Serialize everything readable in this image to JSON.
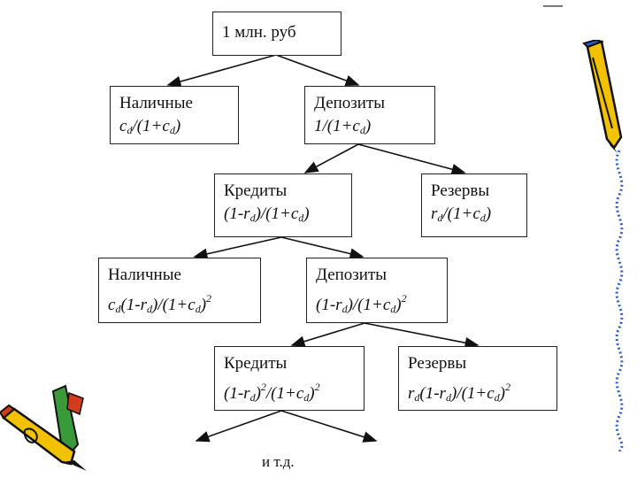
{
  "nodes": {
    "root": {
      "title": "1 млн. руб"
    },
    "cash1": {
      "title": "Наличные",
      "f1": "c",
      "s1": "d",
      "f2": "/(1+c",
      "s2": "d",
      "f3": ")"
    },
    "dep1": {
      "title": "Депозиты",
      "f1": "1/(1+c",
      "s1": "d",
      "f2": ")"
    },
    "cred1": {
      "title": "Кредиты",
      "f1": "(1-r",
      "s1": "d",
      "f2": ")/(1+c",
      "s2": "d",
      "f3": ")"
    },
    "res1": {
      "title": "Резервы",
      "f1": "r",
      "s1": "d",
      "f2": "/(1+c",
      "s2": "d",
      "f3": ")"
    },
    "cash2": {
      "title": "Наличные",
      "f1": "c",
      "s1": "d",
      "f2": "(1-r",
      "s2": "d",
      "f3": ")/(1+c",
      "s3": "d",
      "f4": ")",
      "p": "2"
    },
    "dep2": {
      "title": "Депозиты",
      "f1": "(1-r",
      "s1": "d",
      "f2": ")/(1+c",
      "s2": "d",
      "f3": ")",
      "p": "2"
    },
    "cred2": {
      "title": "Кредиты",
      "f1": "(1-r",
      "s1": "d",
      "f2": ")",
      "p1": "2",
      "f3": "/(1+c",
      "s2": "d",
      "f4": ")",
      "p2": "2"
    },
    "res2": {
      "title": "Резервы",
      "f1": "r",
      "s1": "d",
      "f2": "(1-r",
      "s2": "d",
      "f3": ")/(1+c",
      "s3": "d",
      "f4": ")",
      "p": "2"
    }
  },
  "footer": "и т.д.",
  "decor": {
    "top_right_mark": "—",
    "pencil_colors": [
      "#f2c200",
      "#1a1a1a",
      "#2b5fd0",
      "#d23b1c",
      "#3a9a3a"
    ]
  }
}
